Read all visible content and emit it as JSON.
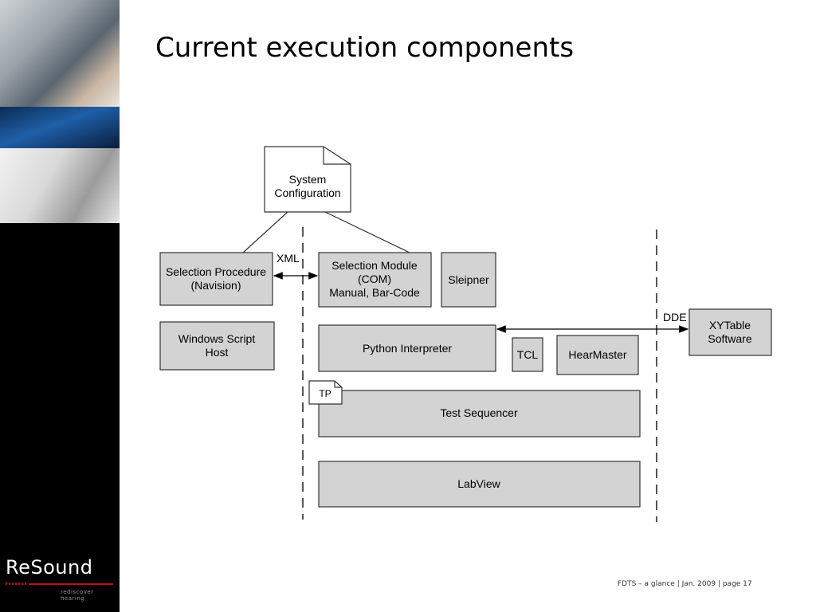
{
  "slide": {
    "title": "Current execution components",
    "footer": "FDTS – a glance | Jan. 2009 | page 17"
  },
  "brand": {
    "logo": "ReSound",
    "tagline": "rediscover hearing",
    "accent_color": "#b5121b"
  },
  "diagram": {
    "system_configuration": [
      "System",
      "Configuration"
    ],
    "selection_procedure": [
      "Selection Procedure",
      "(Navision)"
    ],
    "windows_script_host": [
      "Windows Script",
      "Host"
    ],
    "selection_module": [
      "Selection Module",
      "(COM)",
      "Manual, Bar-Code"
    ],
    "sleipner": "Sleipner",
    "python_interpreter": "Python Interpreter",
    "tcl": "TCL",
    "hearmaster": "HearMaster",
    "xytable_software": [
      "XYTable",
      "Software"
    ],
    "tp": "TP",
    "test_sequencer": "Test Sequencer",
    "labview": "LabView",
    "xml_label": "XML",
    "dde_label": "DDE"
  }
}
